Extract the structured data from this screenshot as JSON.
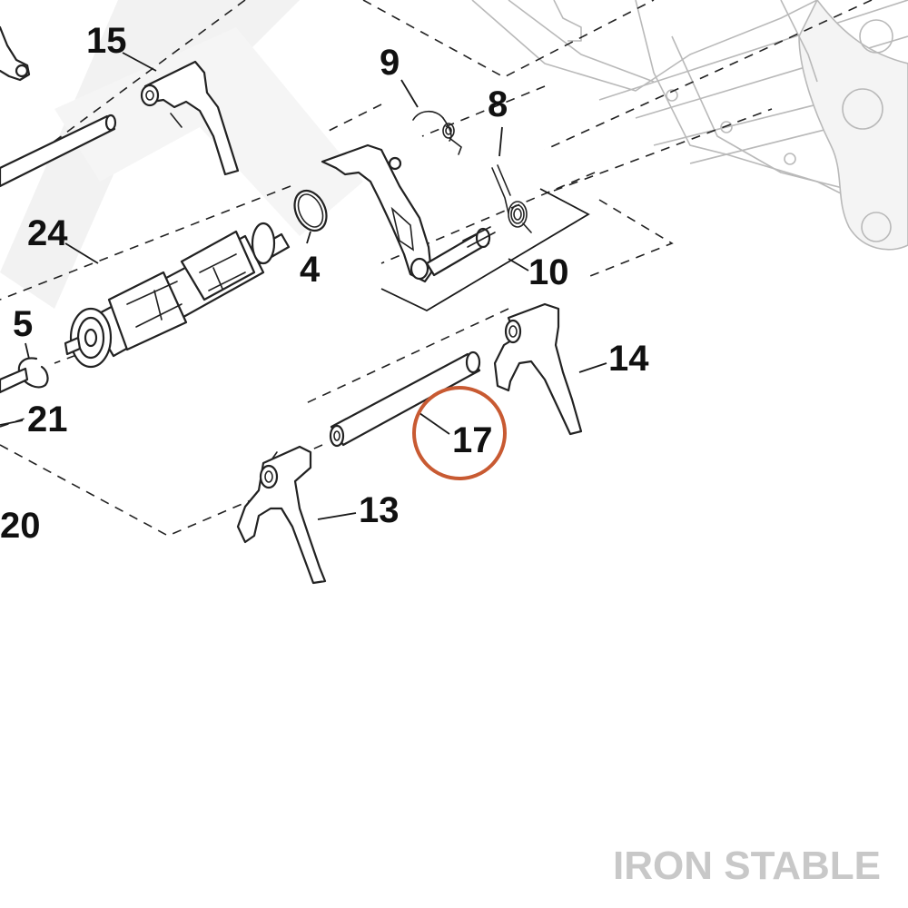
{
  "callouts": {
    "c15": "15",
    "c9": "9",
    "c8": "8",
    "c24": "24",
    "c4": "4",
    "c10": "10",
    "c5": "5",
    "c14": "14",
    "c21": "21",
    "c17": "17",
    "c13": "13",
    "c20": "20"
  },
  "highlighted_callout": "17",
  "highlight_color": "#c85a32",
  "watermark": {
    "text": "IRON STABLE",
    "color": "#c8c8c8"
  }
}
